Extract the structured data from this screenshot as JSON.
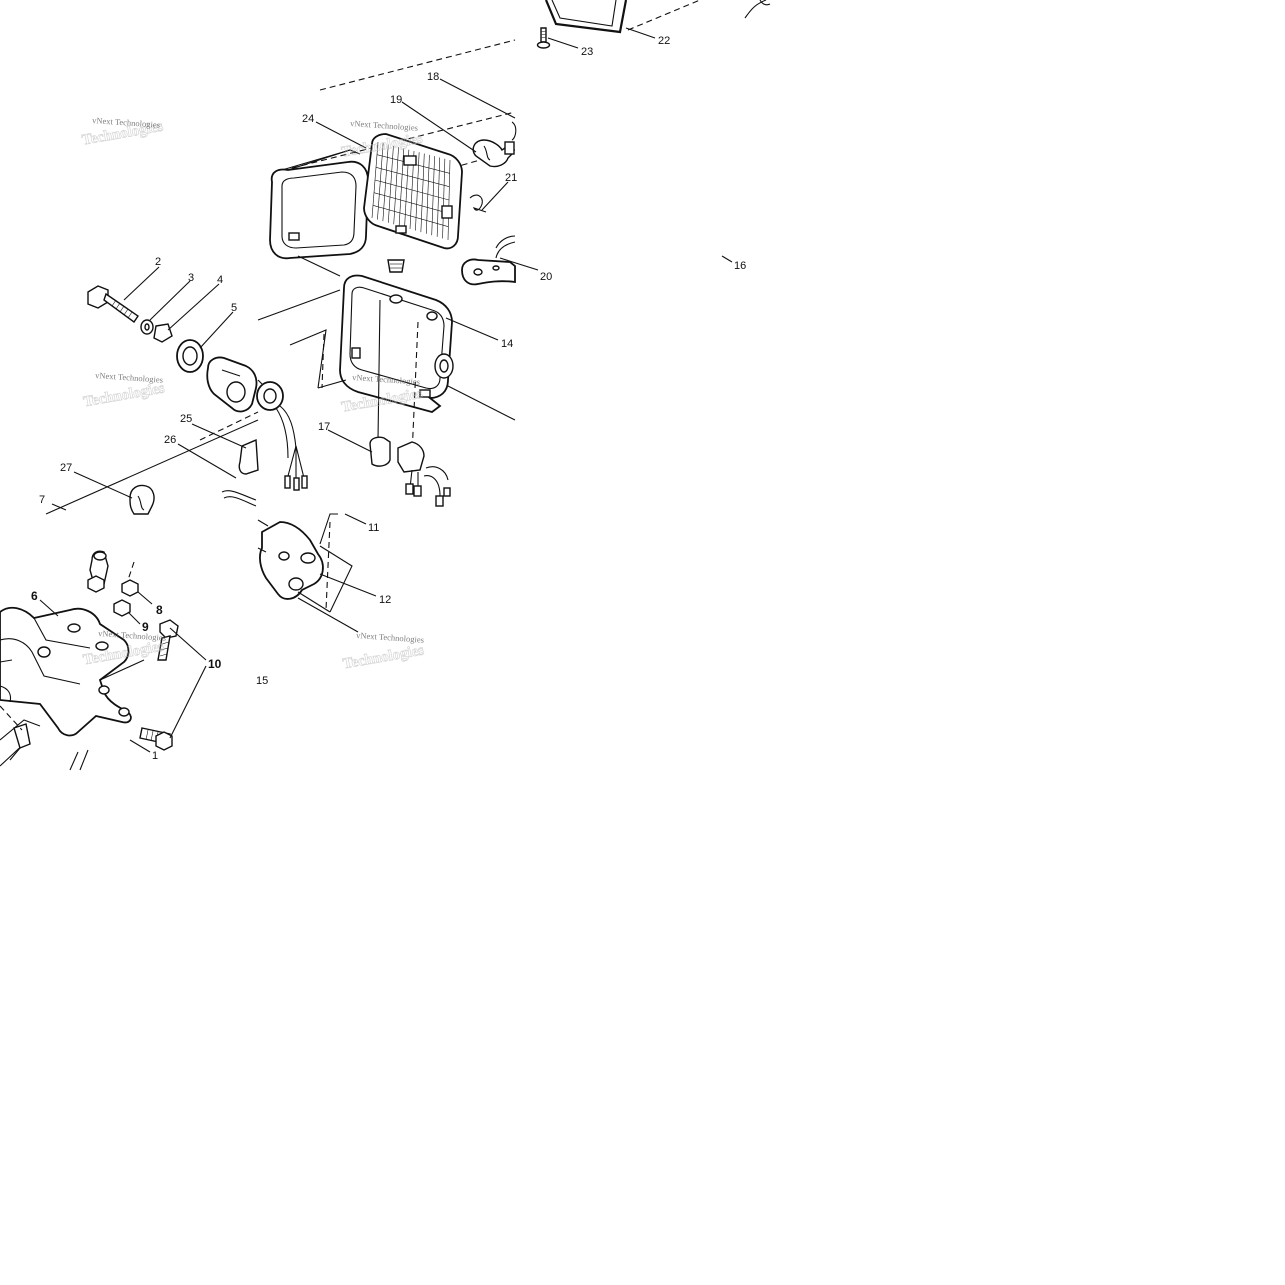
{
  "diagram": {
    "callouts": [
      {
        "id": "c1",
        "text": "1"
      },
      {
        "id": "c2",
        "text": "2"
      },
      {
        "id": "c3",
        "text": "3"
      },
      {
        "id": "c4",
        "text": "4"
      },
      {
        "id": "c5",
        "text": "5"
      },
      {
        "id": "c6",
        "text": "6"
      },
      {
        "id": "c7",
        "text": "7"
      },
      {
        "id": "c8",
        "text": "8"
      },
      {
        "id": "c9",
        "text": "9"
      },
      {
        "id": "c10",
        "text": "10"
      },
      {
        "id": "c11",
        "text": "11"
      },
      {
        "id": "c12",
        "text": "12"
      },
      {
        "id": "c14",
        "text": "14"
      },
      {
        "id": "c15",
        "text": "15"
      },
      {
        "id": "c16",
        "text": "16"
      },
      {
        "id": "c17",
        "text": "17"
      },
      {
        "id": "c18",
        "text": "18"
      },
      {
        "id": "c19",
        "text": "19"
      },
      {
        "id": "c20",
        "text": "20"
      },
      {
        "id": "c21",
        "text": "21"
      },
      {
        "id": "c22",
        "text": "22"
      },
      {
        "id": "c23",
        "text": "23"
      },
      {
        "id": "c24",
        "text": "24"
      },
      {
        "id": "c25",
        "text": "25"
      },
      {
        "id": "c26",
        "text": "26"
      },
      {
        "id": "c27",
        "text": "27"
      }
    ],
    "watermark": {
      "text": "vNext Technologies",
      "outline_text": "Technologies"
    },
    "colors": {
      "ink": "#111111",
      "background": "#ffffff",
      "watermark": "#555555"
    }
  }
}
